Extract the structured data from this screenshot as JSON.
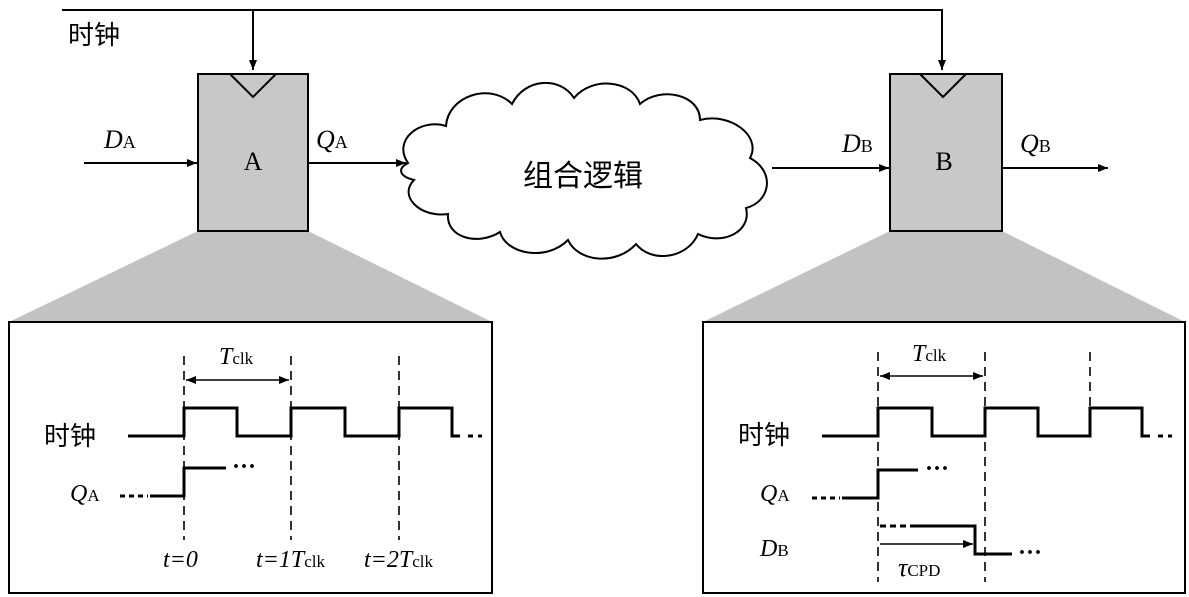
{
  "top": {
    "clock_label": "时钟",
    "ff_a": {
      "label": "A",
      "in_label": "D",
      "in_sub": "A",
      "out_label": "Q",
      "out_sub": "A"
    },
    "ff_b": {
      "label": "B",
      "in_label": "D",
      "in_sub": "B",
      "out_label": "Q",
      "out_sub": "B"
    },
    "cloud_label": "组合逻辑"
  },
  "left_timing": {
    "period_label": "T",
    "period_sub": "clk",
    "clock_row_label": "时钟",
    "q_label": "Q",
    "q_sub": "A",
    "dots": "···",
    "t0": "t=0",
    "t1": "t=1T",
    "t1_sub": "clk",
    "t2": "t=2T",
    "t2_sub": "clk"
  },
  "right_timing": {
    "period_label": "T",
    "period_sub": "clk",
    "clock_row_label": "时钟",
    "q_label": "Q",
    "q_sub": "A",
    "d_label": "D",
    "d_sub": "B",
    "dots": "···",
    "delay_label": "τ",
    "delay_sub": "CPD"
  },
  "colors": {
    "box_fill": "#c8c8c8",
    "projection_fill": "#c2c2c2",
    "line": "#000000"
  }
}
